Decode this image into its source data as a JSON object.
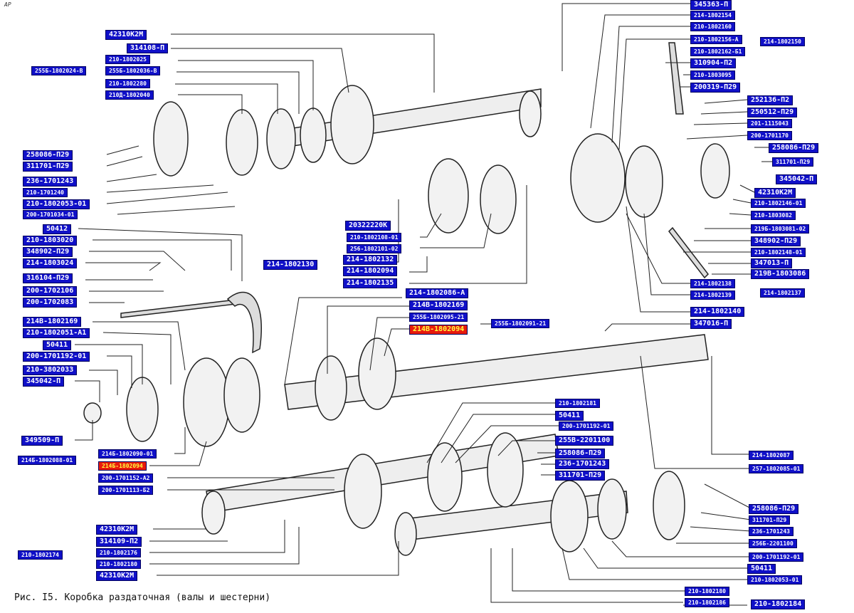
{
  "corner_mark": "AP",
  "caption": "Рис. I5. Коробка раздаточная (валы и шестерни)",
  "colors": {
    "label_bg": "#1010c8",
    "label_fg": "#ffffff",
    "highlight_bg": "#e81a0c",
    "highlight_fg": "#ffff40"
  },
  "labels": [
    {
      "id": "345363-II",
      "text": "345363-П"
    },
    {
      "id": "214-1802154",
      "text": "214-1802154"
    },
    {
      "id": "210-1802160",
      "text": "210-1802160"
    },
    {
      "id": "210-1802156-A",
      "text": "210-1802156-А"
    },
    {
      "id": "214-1802150",
      "text": "214-1802150"
    },
    {
      "id": "210-1802162-B1",
      "text": "210-1802162-Б1"
    },
    {
      "id": "310904-II2",
      "text": "310904-П2"
    },
    {
      "id": "210-1803095",
      "text": "210-1803095"
    },
    {
      "id": "200319-II29",
      "text": "200319-П29"
    },
    {
      "id": "42310K2M-a",
      "text": "42310К2М"
    },
    {
      "id": "314108-II",
      "text": "314108-П"
    },
    {
      "id": "210-1802025",
      "text": "210-1802025"
    },
    {
      "id": "255B-1802024-B",
      "text": "255Б-1802024-В"
    },
    {
      "id": "255B-1802036-B",
      "text": "255Б-1802036-В"
    },
    {
      "id": "210-1802280",
      "text": "210-1802280"
    },
    {
      "id": "210D-1802040",
      "text": "210Д-1802040"
    },
    {
      "id": "252136-II2",
      "text": "252136-П2"
    },
    {
      "id": "250512-II29",
      "text": "250512-П29"
    },
    {
      "id": "201-1115043",
      "text": "201-1115043"
    },
    {
      "id": "200-1701170",
      "text": "200-1701170"
    },
    {
      "id": "258086-II29-a",
      "text": "258086-П29"
    },
    {
      "id": "311701-II29-a",
      "text": "311701-П29"
    },
    {
      "id": "258086-II29-b",
      "text": "258086-П29"
    },
    {
      "id": "311701-II29-b",
      "text": "311701-П29"
    },
    {
      "id": "236-1701243-a",
      "text": "236-1701243"
    },
    {
      "id": "210-1701240",
      "text": "210-1701240"
    },
    {
      "id": "345042-II-a",
      "text": "345042-П"
    },
    {
      "id": "42310K2M-b",
      "text": "42310К2М"
    },
    {
      "id": "210-1802146-01",
      "text": "210-1802146-01"
    },
    {
      "id": "210-1802053-01-a",
      "text": "210-1802053-01"
    },
    {
      "id": "200-1701034-01",
      "text": "200-1701034-01"
    },
    {
      "id": "210-1803082",
      "text": "210-1803082"
    },
    {
      "id": "50412",
      "text": "50412"
    },
    {
      "id": "20322220K",
      "text": "20322220К"
    },
    {
      "id": "219B-1803081-02",
      "text": "219Б-1803081-02"
    },
    {
      "id": "210-1803020",
      "text": "210-1803020"
    },
    {
      "id": "210-1802108-01",
      "text": "210-1802108-01"
    },
    {
      "id": "348902-II29-a",
      "text": "348902-П29"
    },
    {
      "id": "256-1802101-02",
      "text": "256-1802101-02"
    },
    {
      "id": "348902-II29-b",
      "text": "348902-П29"
    },
    {
      "id": "210-1802148-01",
      "text": "210-1802148-01"
    },
    {
      "id": "214-1803024",
      "text": "214-1803024"
    },
    {
      "id": "214-1802130",
      "text": "214-1802130"
    },
    {
      "id": "214-1802132",
      "text": "214-1802132"
    },
    {
      "id": "347013-II",
      "text": "347013-П"
    },
    {
      "id": "316104-II29",
      "text": "316104-П29"
    },
    {
      "id": "214-1802094",
      "text": "214-1802094"
    },
    {
      "id": "219B-1803086",
      "text": "219В-1803086"
    },
    {
      "id": "200-1702106",
      "text": "200-1702106"
    },
    {
      "id": "214-1802135",
      "text": "214-1802135"
    },
    {
      "id": "214-1802138",
      "text": "214-1802138"
    },
    {
      "id": "200-1702083",
      "text": "200-1702083"
    },
    {
      "id": "214-1802086-A",
      "text": "214-1802086-А"
    },
    {
      "id": "214-1802139",
      "text": "214-1802139"
    },
    {
      "id": "214-1802137",
      "text": "214-1802137"
    },
    {
      "id": "214B-1802169-a",
      "text": "214В-1802169"
    },
    {
      "id": "214B-1802169-b",
      "text": "214В-1802169"
    },
    {
      "id": "214-1802140",
      "text": "214-1802140"
    },
    {
      "id": "255B-1802095-21",
      "text": "255Б-1802095-21"
    },
    {
      "id": "255B-1802091-21",
      "text": "255Б-1802091-21"
    },
    {
      "id": "347016-II",
      "text": "347016-П"
    },
    {
      "id": "210-1802051-A1",
      "text": "210-1802051-А1"
    },
    {
      "id": "214B-1802094-hl1",
      "text": "214В-1802094"
    },
    {
      "id": "50411-a",
      "text": "50411"
    },
    {
      "id": "200-1701192-01-a",
      "text": "200-1701192-01"
    },
    {
      "id": "210-3802033",
      "text": "210-3802033"
    },
    {
      "id": "345042-II-b",
      "text": "345042-П"
    },
    {
      "id": "210-1802181",
      "text": "210-1802181"
    },
    {
      "id": "50411-b",
      "text": "50411"
    },
    {
      "id": "200-1701192-01-b",
      "text": "200-1701192-01"
    },
    {
      "id": "349509-II",
      "text": "349509-П"
    },
    {
      "id": "255B-2201100",
      "text": "255В-2201100"
    },
    {
      "id": "258086-II29-c",
      "text": "258086-П29"
    },
    {
      "id": "214B-1802090-01",
      "text": "214Б-1802090-01"
    },
    {
      "id": "214-1802087",
      "text": "214-1802087"
    },
    {
      "id": "214B-1802088-01",
      "text": "214Б-1802088-01"
    },
    {
      "id": "214B-1802094-hl2",
      "text": "214Б-1802094"
    },
    {
      "id": "236-1701243-b",
      "text": "236-1701243"
    },
    {
      "id": "257-1802085-01",
      "text": "257-1802085-01"
    },
    {
      "id": "311701-II29-c",
      "text": "311701-П29"
    },
    {
      "id": "200-1701152-A2",
      "text": "200-1701152-А2"
    },
    {
      "id": "200-1701113-B2",
      "text": "200-1701113-Б2"
    },
    {
      "id": "258086-II29-d",
      "text": "258086-П29"
    },
    {
      "id": "311701-II29-d",
      "text": "311701-П29"
    },
    {
      "id": "42310K2M-c",
      "text": "42310К2М"
    },
    {
      "id": "236-1701243-c",
      "text": "236-1701243"
    },
    {
      "id": "314109-II2",
      "text": "314109-П2"
    },
    {
      "id": "256B-2201100",
      "text": "256Б-2201100"
    },
    {
      "id": "210-1802174",
      "text": "210-1802174"
    },
    {
      "id": "210-1802176",
      "text": "210-1802176"
    },
    {
      "id": "200-1701192-01-c",
      "text": "200-1701192-01"
    },
    {
      "id": "210-1802180-a",
      "text": "210-1802180"
    },
    {
      "id": "50411-c",
      "text": "50411"
    },
    {
      "id": "42310K2M-d",
      "text": "42310К2М"
    },
    {
      "id": "210-1802053-01-b",
      "text": "210-1802053-01"
    },
    {
      "id": "210-1802180-b",
      "text": "210-1802180"
    },
    {
      "id": "210-1802186",
      "text": "210-1802186"
    },
    {
      "id": "210-1802184",
      "text": "210-1802184"
    }
  ]
}
